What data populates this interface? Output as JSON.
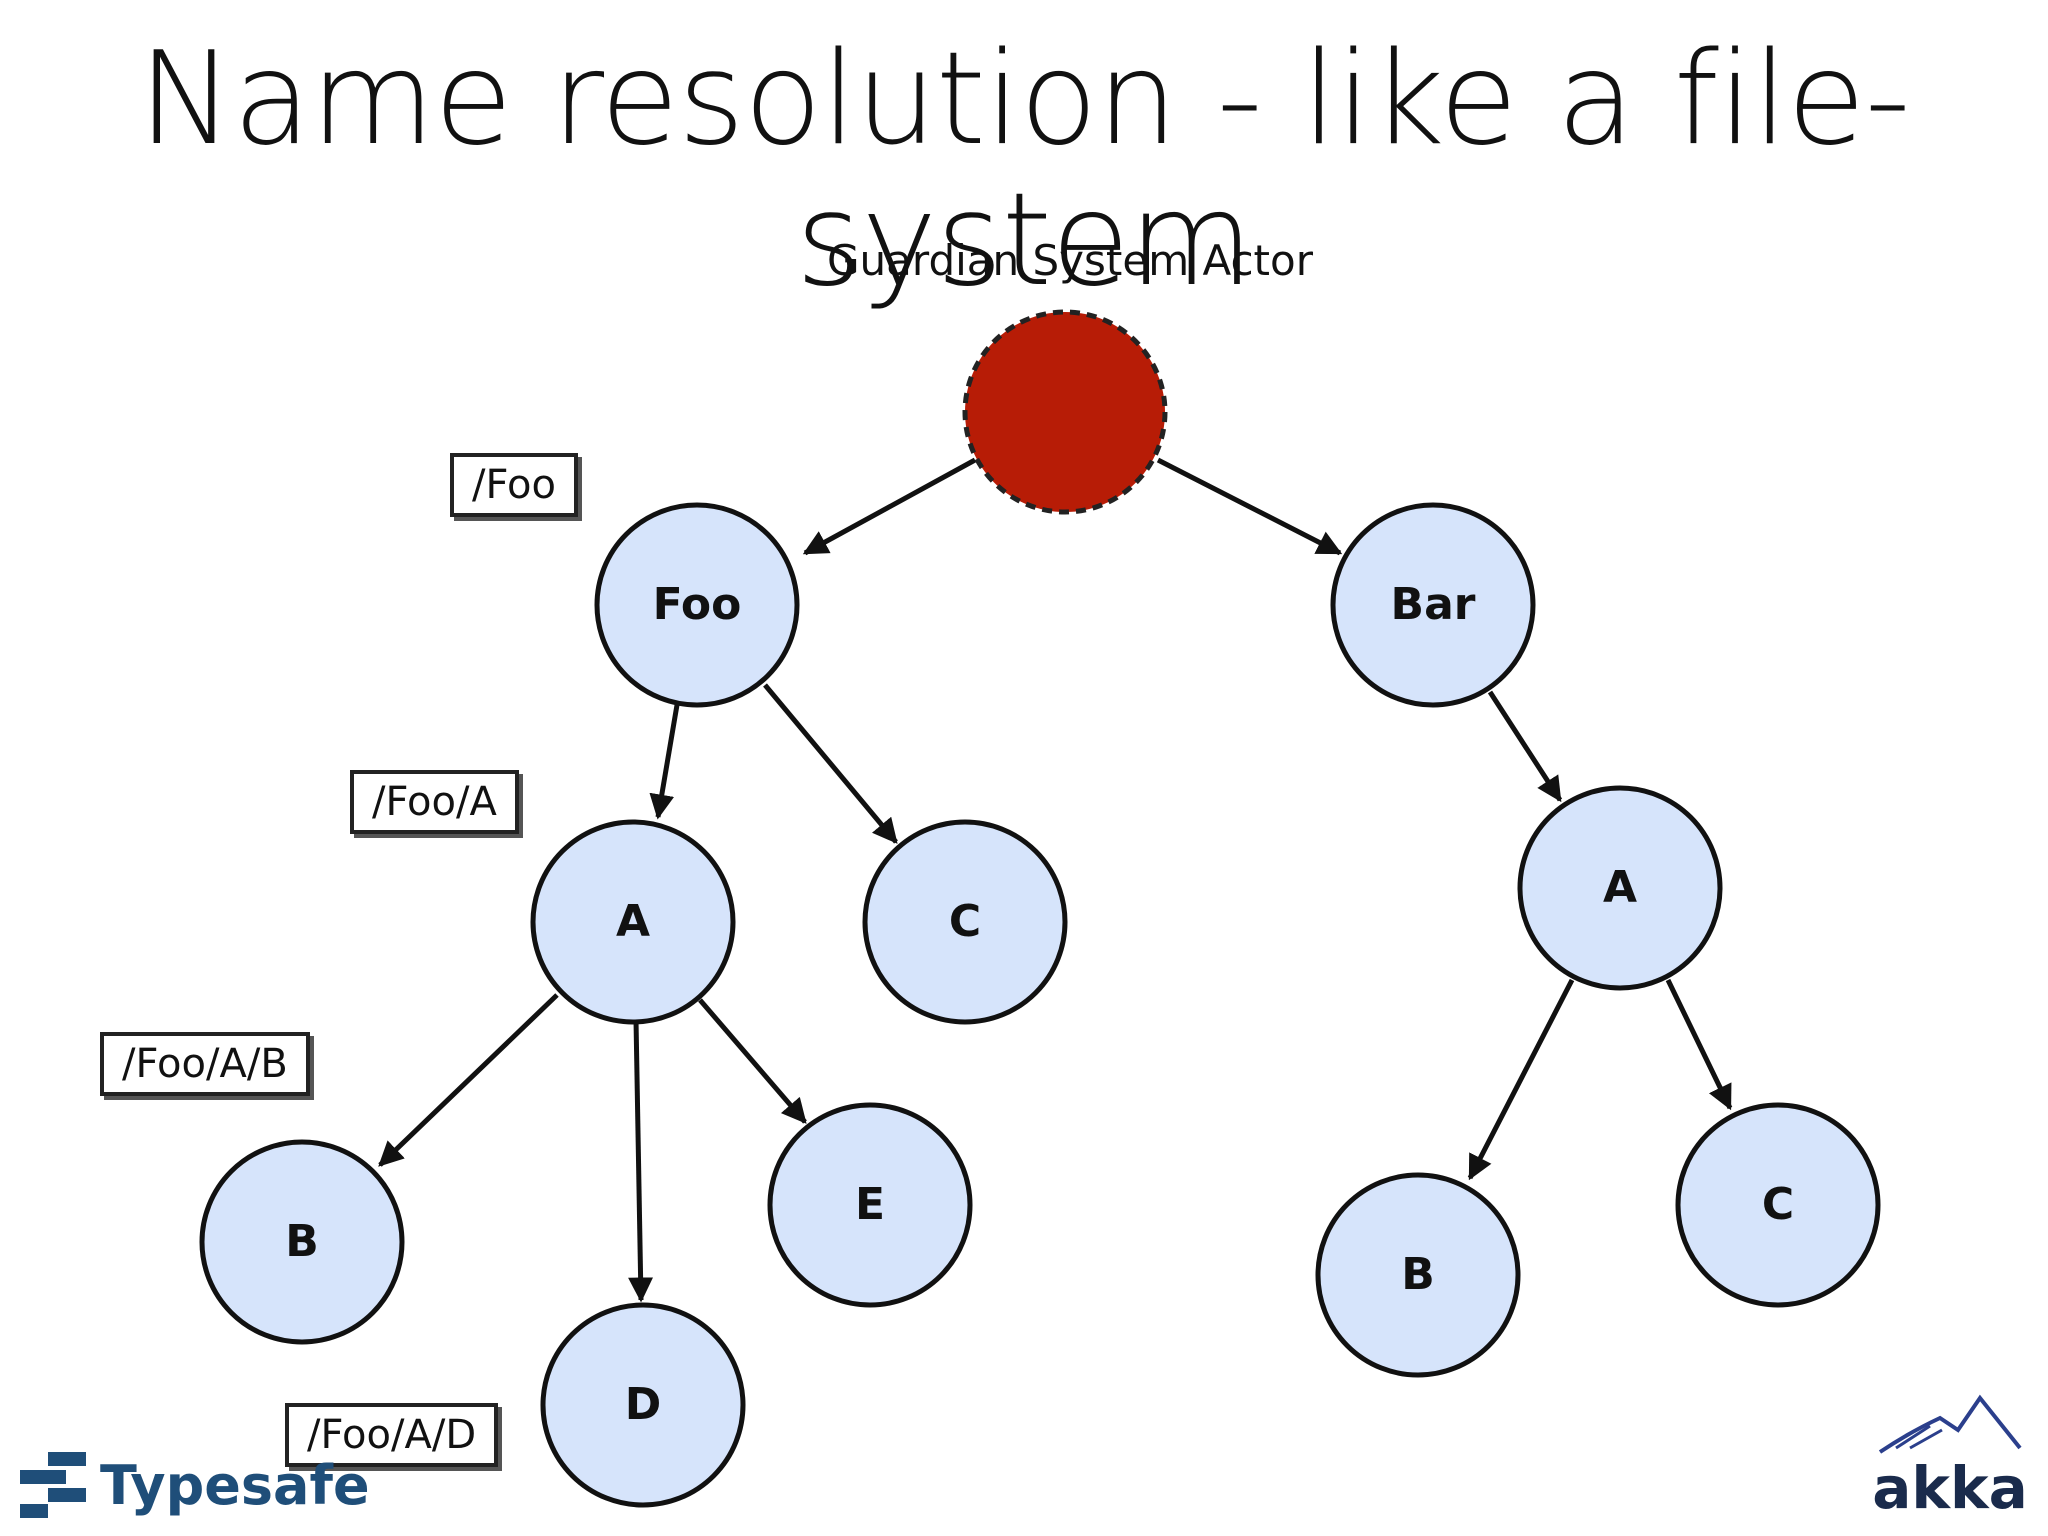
{
  "slide": {
    "title": "Name resolution - like a file-system",
    "root_label": "Guardian System Actor"
  },
  "tree": {
    "nodes": [
      {
        "id": "root",
        "label": ""
      },
      {
        "id": "foo",
        "label": "Foo"
      },
      {
        "id": "bar",
        "label": "Bar"
      },
      {
        "id": "foo_a",
        "label": "A"
      },
      {
        "id": "foo_c",
        "label": "C"
      },
      {
        "id": "foo_a_b",
        "label": "B"
      },
      {
        "id": "foo_a_d",
        "label": "D"
      },
      {
        "id": "foo_a_e",
        "label": "E"
      },
      {
        "id": "bar_a",
        "label": "A"
      },
      {
        "id": "bar_a_b",
        "label": "B"
      },
      {
        "id": "bar_a_c",
        "label": "C"
      }
    ],
    "edges": [
      [
        "root",
        "foo"
      ],
      [
        "root",
        "bar"
      ],
      [
        "foo",
        "foo_a"
      ],
      [
        "foo",
        "foo_c"
      ],
      [
        "foo_a",
        "foo_a_b"
      ],
      [
        "foo_a",
        "foo_a_d"
      ],
      [
        "foo_a",
        "foo_a_e"
      ],
      [
        "bar",
        "bar_a"
      ],
      [
        "bar_a",
        "bar_a_b"
      ],
      [
        "bar_a",
        "bar_a_c"
      ]
    ],
    "path_labels": {
      "foo": "/Foo",
      "foo_a": "/Foo/A",
      "foo_a_b": "/Foo/A/B",
      "foo_a_d": "/Foo/A/D"
    }
  },
  "colors": {
    "node_fill": "#d6e4fb",
    "root_fill": "#b71c06"
  },
  "logos": {
    "left": "Typesafe",
    "right": "akka"
  }
}
